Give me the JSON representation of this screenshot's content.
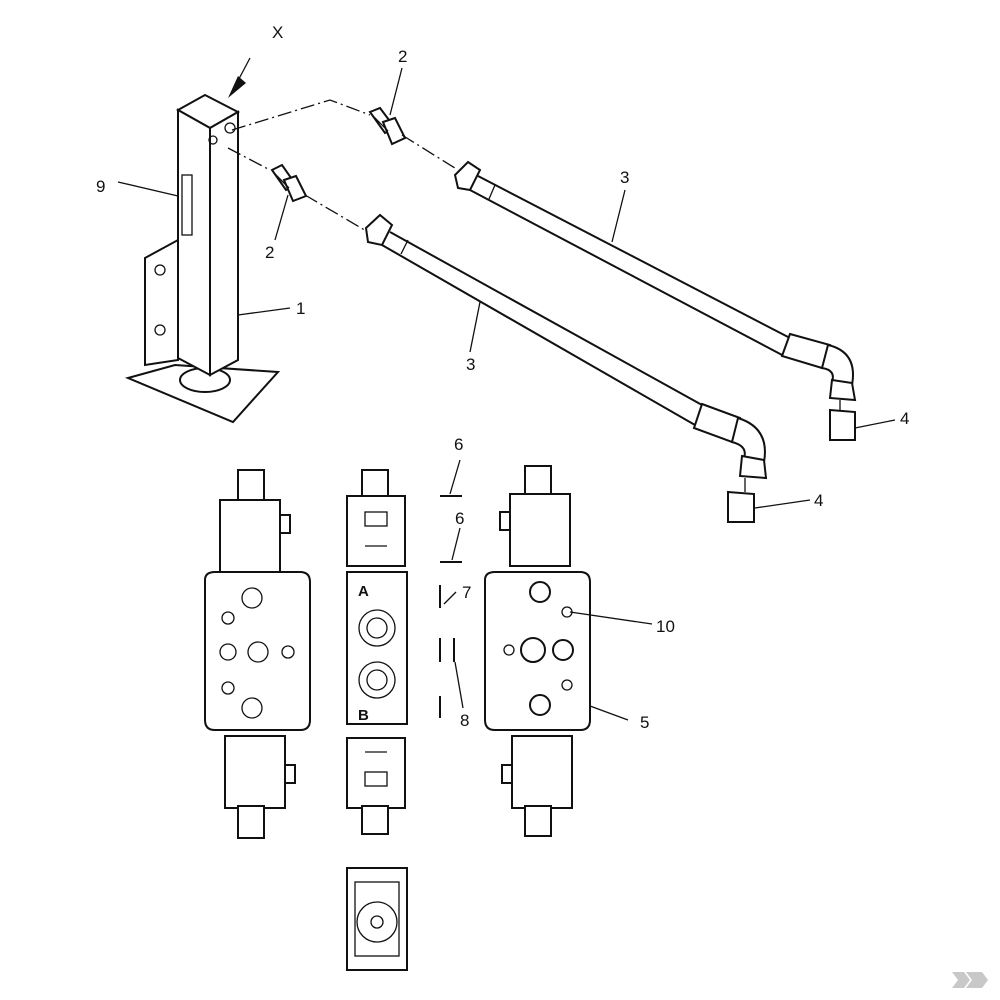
{
  "view_marker": "X",
  "callouts": {
    "c1": "1",
    "c2a": "2",
    "c2b": "2",
    "c3a": "3",
    "c3b": "3",
    "c4a": "4",
    "c4b": "4",
    "c5": "5",
    "c6a": "6",
    "c6b": "6",
    "c7": "7",
    "c8": "8",
    "c9": "9",
    "c10": "10"
  },
  "ports": {
    "a": "A",
    "b": "B"
  }
}
